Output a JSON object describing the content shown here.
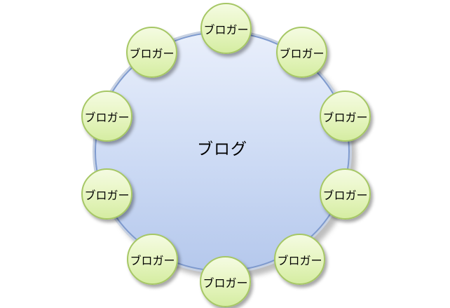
{
  "diagram": {
    "type": "cycle",
    "center": {
      "label": "ブログ"
    },
    "nodes": [
      {
        "label": "ブロガー"
      },
      {
        "label": "ブロガー"
      },
      {
        "label": "ブロガー"
      },
      {
        "label": "ブロガー"
      },
      {
        "label": "ブロガー"
      },
      {
        "label": "ブロガー"
      },
      {
        "label": "ブロガー"
      },
      {
        "label": "ブロガー"
      },
      {
        "label": "ブロガー"
      },
      {
        "label": "ブロガー"
      }
    ]
  },
  "colors": {
    "center_fill_top": "#e9effb",
    "center_fill_bottom": "#b5c8ec",
    "center_border": "#7e9ace",
    "center_border_outer": "#c7d1e2",
    "node_fill_top": "#f4fbe1",
    "node_fill_bottom": "#d5eda2",
    "node_border": "#a6c765",
    "text": "#000000"
  }
}
